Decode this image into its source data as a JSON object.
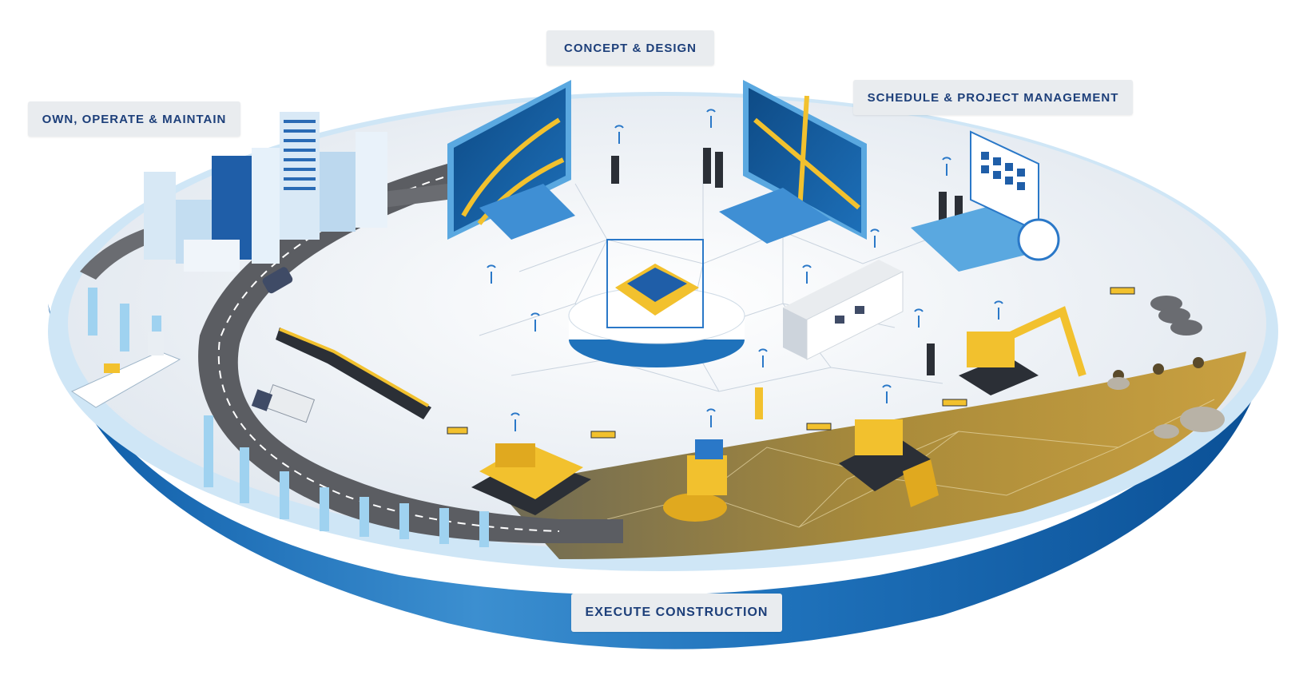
{
  "labels": {
    "own_operate": "OWN, OPERATE & MAINTAIN",
    "concept_design": "CONCEPT & DESIGN",
    "schedule_pm": "SCHEDULE & PROJECT MANAGEMENT",
    "execute": "EXECUTE CONSTRUCTION"
  },
  "colors": {
    "disc_blue_dark": "#0c5aa6",
    "disc_blue_light": "#bfe0f5",
    "platform_top": "#eef2f6",
    "road": "#5b5d62",
    "dirt": "#a88a3a",
    "machine_yellow": "#f2c12e",
    "label_bg": "#e9ecef",
    "label_text": "#1d3f7a"
  }
}
